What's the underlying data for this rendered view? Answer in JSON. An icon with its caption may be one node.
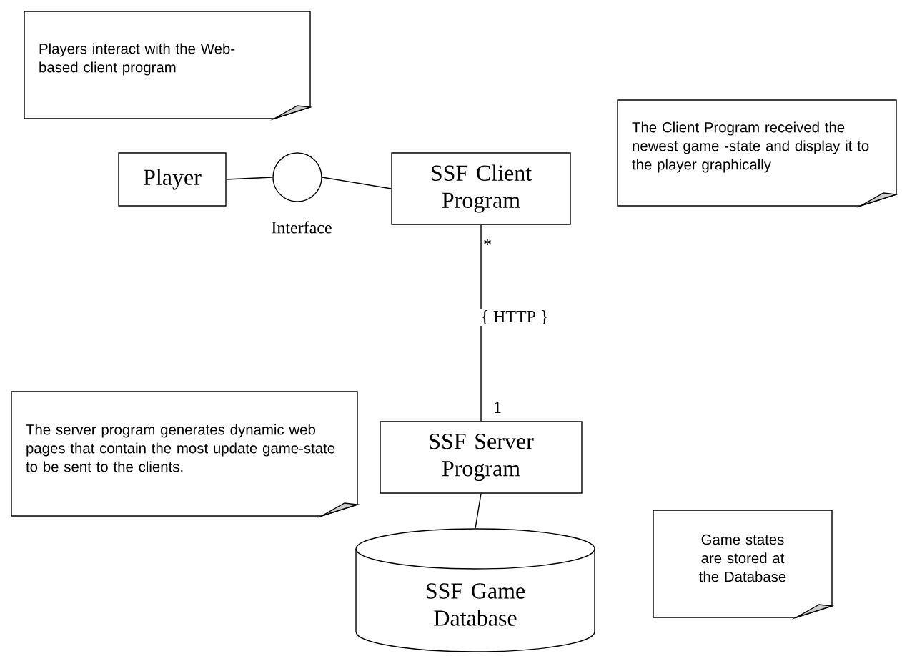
{
  "diagram": {
    "nodes": [
      {
        "text": [
          "Players interact with the Web-based client program"
        ]
      },
      {
        "text": [
          "Player"
        ]
      },
      {
        "text": [],
        "shape": "circle",
        "beside": [
          "Interface"
        ]
      },
      {
        "text": [
          "SSF Client Program"
        ]
      },
      {
        "text": [
          "The Client Program received the newest game -state and display it to the player graphically"
        ]
      },
      {
        "text": [
          "The server program generates dynamic web pages that contain the most update game-state to be sent to the clients."
        ]
      },
      {
        "text": [
          "SSF Server Program"
        ]
      },
      {
        "text": [
          "SSF Game Database"
        ]
      },
      {
        "text": [
          "Game states are stored at the Database"
        ]
      }
    ],
    "edges": [
      {
        "from": 1,
        "to": 2,
        "arrow": "none"
      },
      {
        "from": 2,
        "to": 3,
        "arrow": "none"
      },
      {
        "from": 3,
        "to": 6,
        "arrow": "none",
        "label": "{ HTTP }"
      },
      {
        "from": 6,
        "to": 7,
        "arrow": "none"
      }
    ],
    "labels": [
      "*",
      "1"
    ]
  }
}
